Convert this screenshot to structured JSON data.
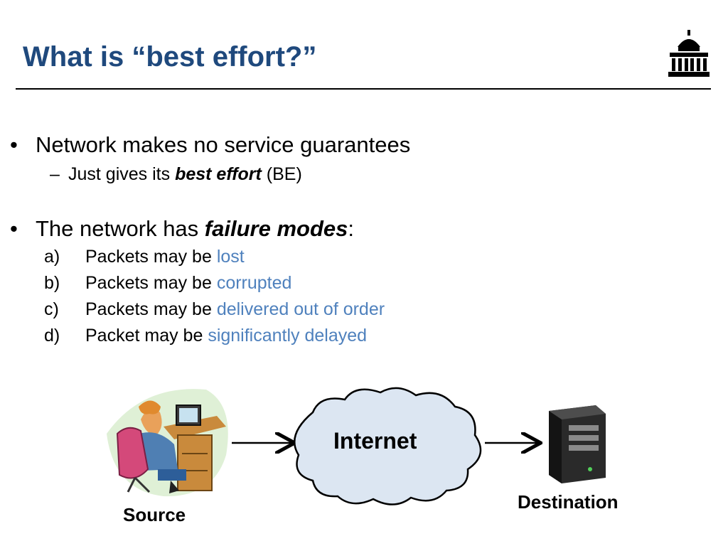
{
  "slide": {
    "title": "What is “best effort?”",
    "bullets": [
      {
        "text": "Network makes no service guarantees",
        "sub": {
          "prefix": "Just gives its ",
          "emphasis": "best effort",
          "suffix": " (BE)"
        }
      },
      {
        "prefix": "The network has ",
        "emphasis": "failure modes",
        "suffix": ":",
        "items": [
          {
            "marker": "a)",
            "text": "Packets may be ",
            "highlight": "lost"
          },
          {
            "marker": "b)",
            "text": "Packets may be ",
            "highlight": "corrupted"
          },
          {
            "marker": "c)",
            "text": "Packets may be ",
            "highlight": "delivered out of order"
          },
          {
            "marker": "d)",
            "text": "Packet may be ",
            "highlight": "significantly delayed"
          }
        ]
      }
    ]
  },
  "diagram": {
    "source_label": "Source",
    "cloud_label": "Internet",
    "destination_label": "Destination"
  },
  "colors": {
    "title": "#1f497d",
    "highlight": "#4f81bd",
    "cloud_fill": "#dce6f2",
    "rule": "#000000"
  },
  "icons": {
    "logo": "capitol-building-icon",
    "source": "person-at-computer-icon",
    "destination": "server-tower-icon"
  }
}
